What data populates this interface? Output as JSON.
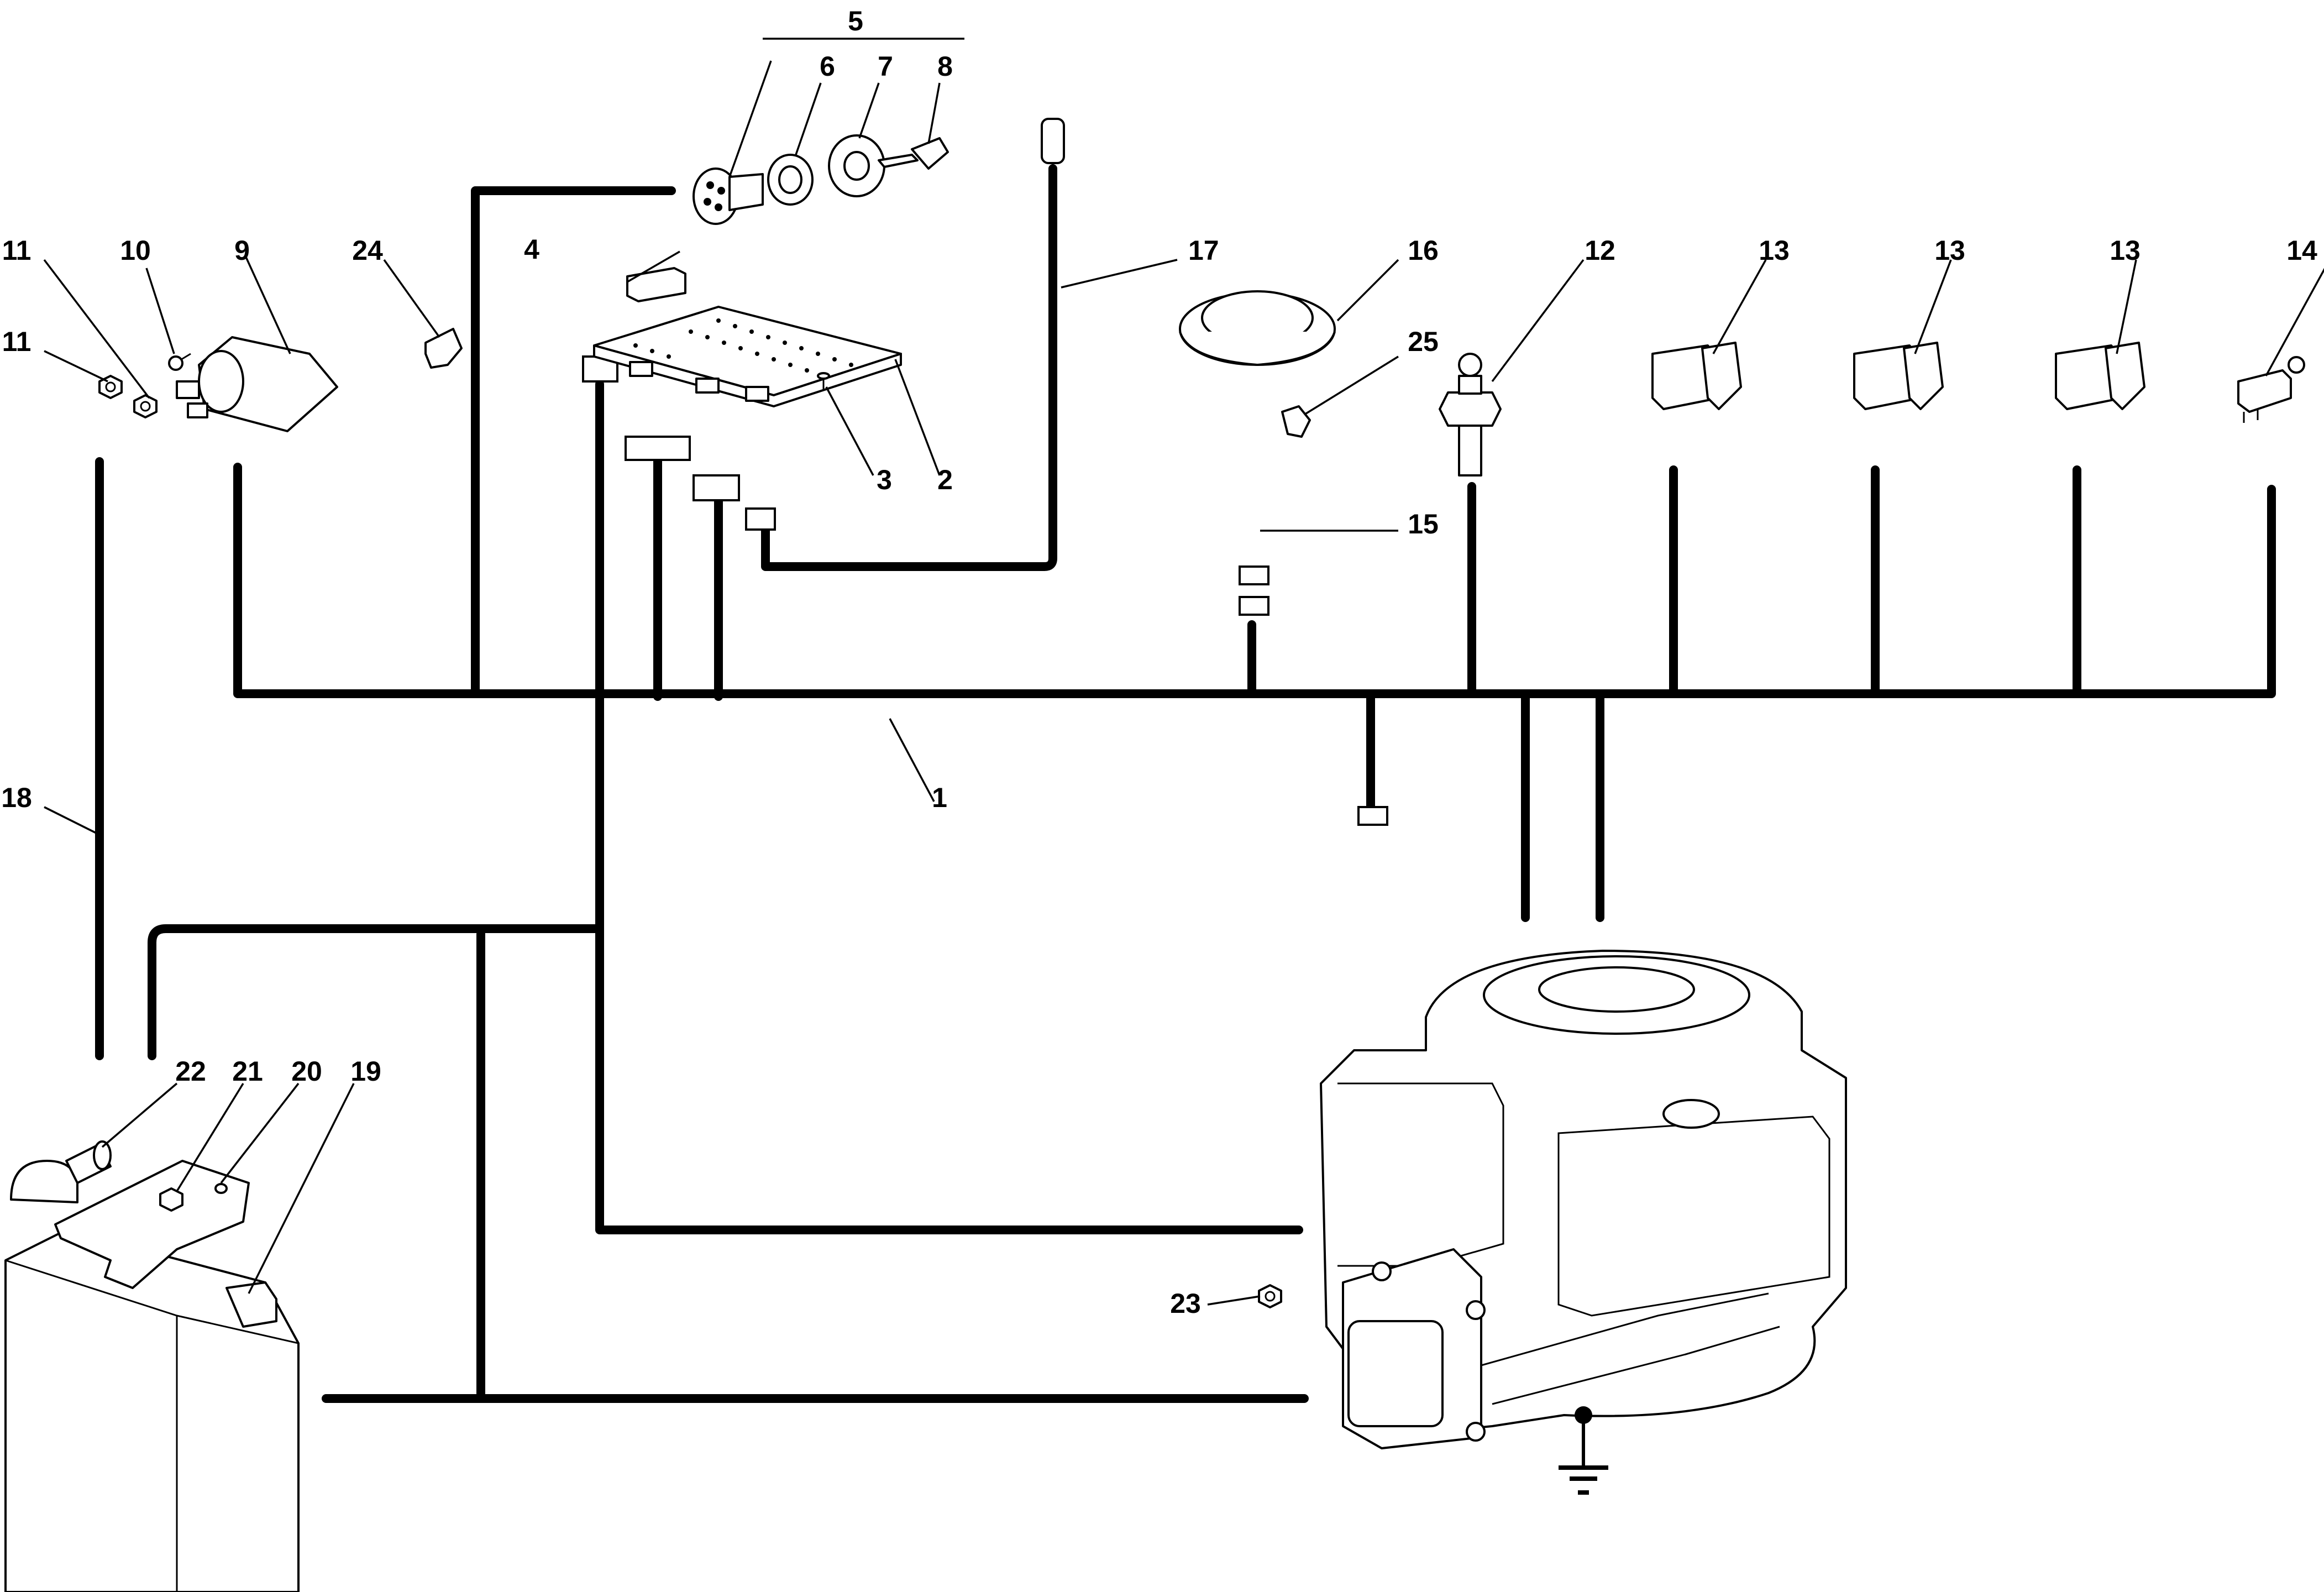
{
  "diagram": {
    "callouts": {
      "c1": "1",
      "c2": "2",
      "c3": "3",
      "c4": "4",
      "c5": "5",
      "c6": "6",
      "c7": "7",
      "c8": "8",
      "c9": "9",
      "c10": "10",
      "c11a": "11",
      "c11b": "11",
      "c12": "12",
      "c13a": "13",
      "c13b": "13",
      "c13c": "13",
      "c14": "14",
      "c15": "15",
      "c16": "16",
      "c17": "17",
      "c18": "18",
      "c19": "19",
      "c20": "20",
      "c21": "21",
      "c22": "22",
      "c23": "23",
      "c24": "24",
      "c25": "25"
    },
    "colors": {
      "line": "#000000",
      "background": "#ffffff"
    }
  }
}
